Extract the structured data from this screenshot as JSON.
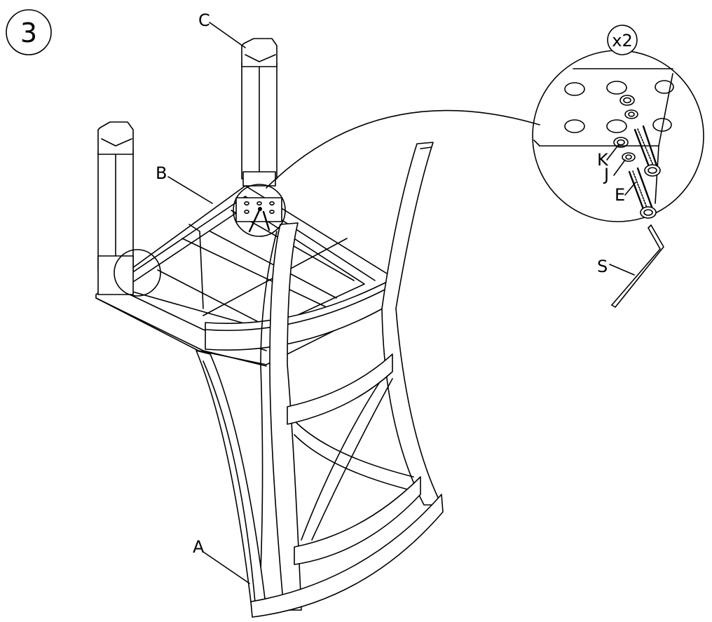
{
  "step": {
    "number": "3"
  },
  "callout": {
    "quantity": "x2"
  },
  "parts": {
    "a": "A",
    "b": "B",
    "c": "C",
    "e": "E",
    "j": "J",
    "k": "K",
    "s": "S"
  }
}
